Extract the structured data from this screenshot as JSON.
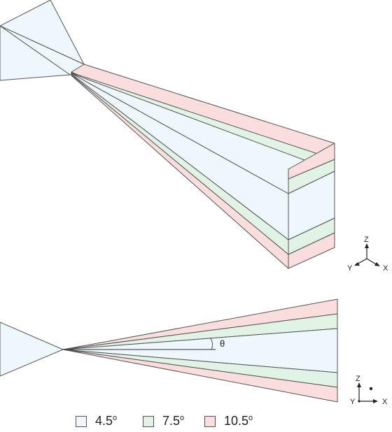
{
  "colors": {
    "c1": "#eef7fb",
    "c2": "#e1f3e4",
    "c3": "#fadddd",
    "stroke": "#555555"
  },
  "labels": {
    "theta": "θ",
    "axes_top": {
      "z": "Z",
      "y": "Y",
      "x": "X"
    },
    "axes_bottom": {
      "z": "Z",
      "y": "Y",
      "x": "X"
    }
  },
  "legend": [
    {
      "value": "4.5",
      "degree": "o",
      "color_key": "c1"
    },
    {
      "value": "7.5",
      "degree": "o",
      "color_key": "c2"
    },
    {
      "value": "10.5",
      "degree": "o",
      "color_key": "c3"
    }
  ]
}
